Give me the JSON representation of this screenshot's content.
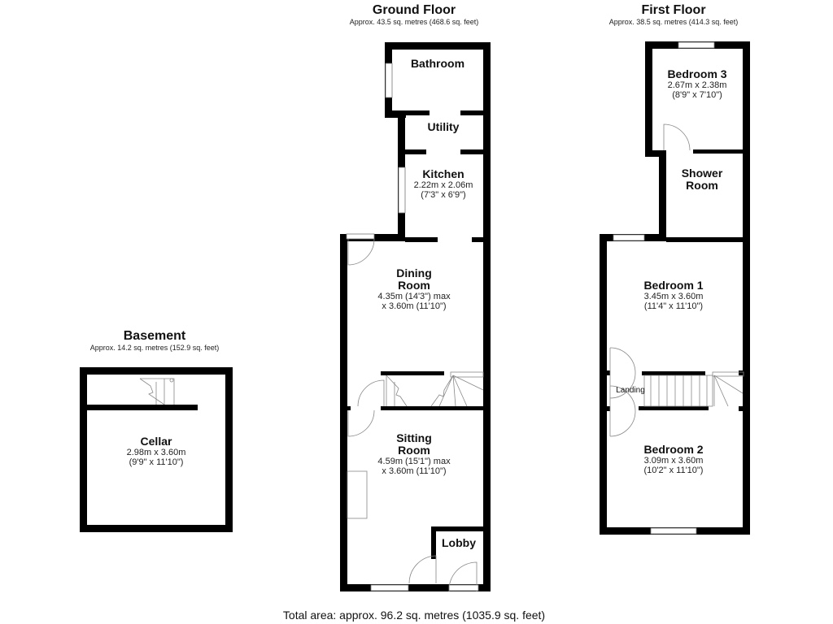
{
  "floors": {
    "ground": {
      "title": "Ground Floor",
      "area": "Approx. 43.5 sq. metres (468.6 sq. feet)",
      "rooms": {
        "bathroom": {
          "name": "Bathroom"
        },
        "utility": {
          "name": "Utility"
        },
        "kitchen": {
          "name": "Kitchen",
          "dim_m": "2.22m x 2.06m",
          "dim_ft": "(7'3\" x 6'9\")"
        },
        "dining": {
          "name_line1": "Dining",
          "name_line2": "Room",
          "dim_m": "4.35m (14'3\") max",
          "dim_ft": "x 3.60m (11'10\")"
        },
        "sitting": {
          "name_line1": "Sitting",
          "name_line2": "Room",
          "dim_m": "4.59m (15'1\") max",
          "dim_ft": "x 3.60m (11'10\")"
        },
        "lobby": {
          "name": "Lobby"
        }
      }
    },
    "first": {
      "title": "First Floor",
      "area": "Approx. 38.5 sq. metres (414.3 sq. feet)",
      "rooms": {
        "bedroom3": {
          "name": "Bedroom 3",
          "dim_m": "2.67m x 2.38m",
          "dim_ft": "(8'9\" x 7'10\")"
        },
        "shower": {
          "name_line1": "Shower",
          "name_line2": "Room"
        },
        "bedroom1": {
          "name": "Bedroom 1",
          "dim_m": "3.45m x 3.60m",
          "dim_ft": "(11'4\" x 11'10\")"
        },
        "landing": {
          "name": "Landing"
        },
        "bedroom2": {
          "name": "Bedroom 2",
          "dim_m": "3.09m x 3.60m",
          "dim_ft": "(10'2\" x 11'10\")"
        }
      }
    },
    "basement": {
      "title": "Basement",
      "area": "Approx. 14.2 sq. metres (152.9 sq. feet)",
      "rooms": {
        "cellar": {
          "name": "Cellar",
          "dim_m": "2.98m x 3.60m",
          "dim_ft": "(9'9\" x 11'10\")"
        }
      }
    }
  },
  "total_area": "Total area: approx. 96.2 sq. metres (1035.9 sq. feet)"
}
